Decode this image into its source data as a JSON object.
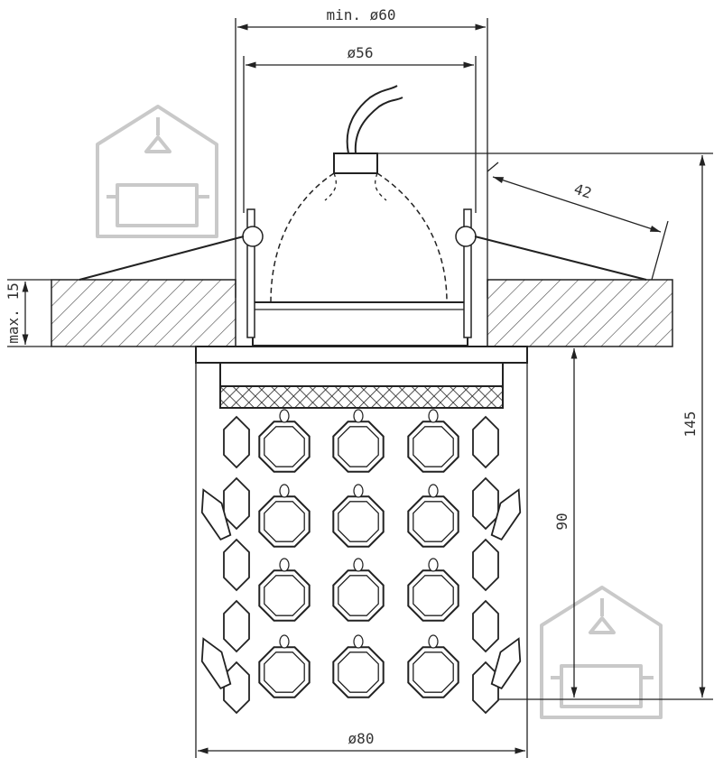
{
  "dimensions": {
    "cutout_diameter": "min. ø60",
    "body_diameter": "ø56",
    "spring_span": "42",
    "ceiling_thickness": "max. 15",
    "total_height": "145",
    "crystal_height": "90",
    "bezel_diameter": "ø80"
  },
  "colors": {
    "line": "#222222",
    "watermark": "#c9c9c9"
  },
  "icons": {
    "watermark": "house-lamp-sofa-logo"
  }
}
